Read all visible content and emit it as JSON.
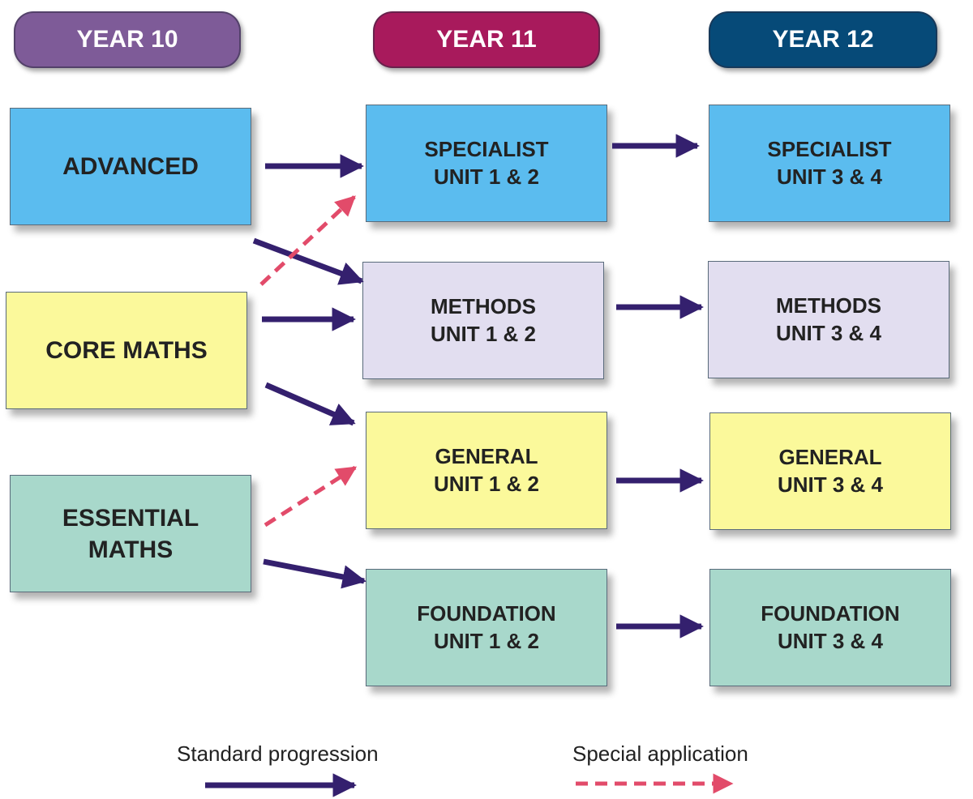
{
  "colors": {
    "year10": "#7e5b98",
    "year11": "#a81a5c",
    "year12": "#064a78",
    "blue": "#5bbcef",
    "lavender": "#e2def0",
    "yellow": "#fbf99b",
    "teal": "#a8d8cb",
    "standard_arrow": "#34206e",
    "special_arrow": "#e24b6a"
  },
  "headers": {
    "year10": "YEAR 10",
    "year11": "YEAR 11",
    "year12": "YEAR 12"
  },
  "year10": {
    "advanced": [
      "ADVANCED"
    ],
    "core": [
      "CORE MATHS"
    ],
    "essential": [
      "ESSENTIAL",
      "MATHS"
    ]
  },
  "year11": {
    "specialist": [
      "SPECIALIST",
      "UNIT 1 & 2"
    ],
    "methods": [
      "METHODS",
      "UNIT 1 & 2"
    ],
    "general": [
      "GENERAL",
      "UNIT 1 & 2"
    ],
    "foundation": [
      "FOUNDATION",
      "UNIT 1 & 2"
    ]
  },
  "year12": {
    "specialist": [
      "SPECIALIST",
      "UNIT 3 & 4"
    ],
    "methods": [
      "METHODS",
      "UNIT 3 & 4"
    ],
    "general": [
      "GENERAL",
      "UNIT 3 & 4"
    ],
    "foundation": [
      "FOUNDATION",
      "UNIT 3 & 4"
    ]
  },
  "legend": {
    "standard": "Standard progression",
    "special": "Special application"
  }
}
